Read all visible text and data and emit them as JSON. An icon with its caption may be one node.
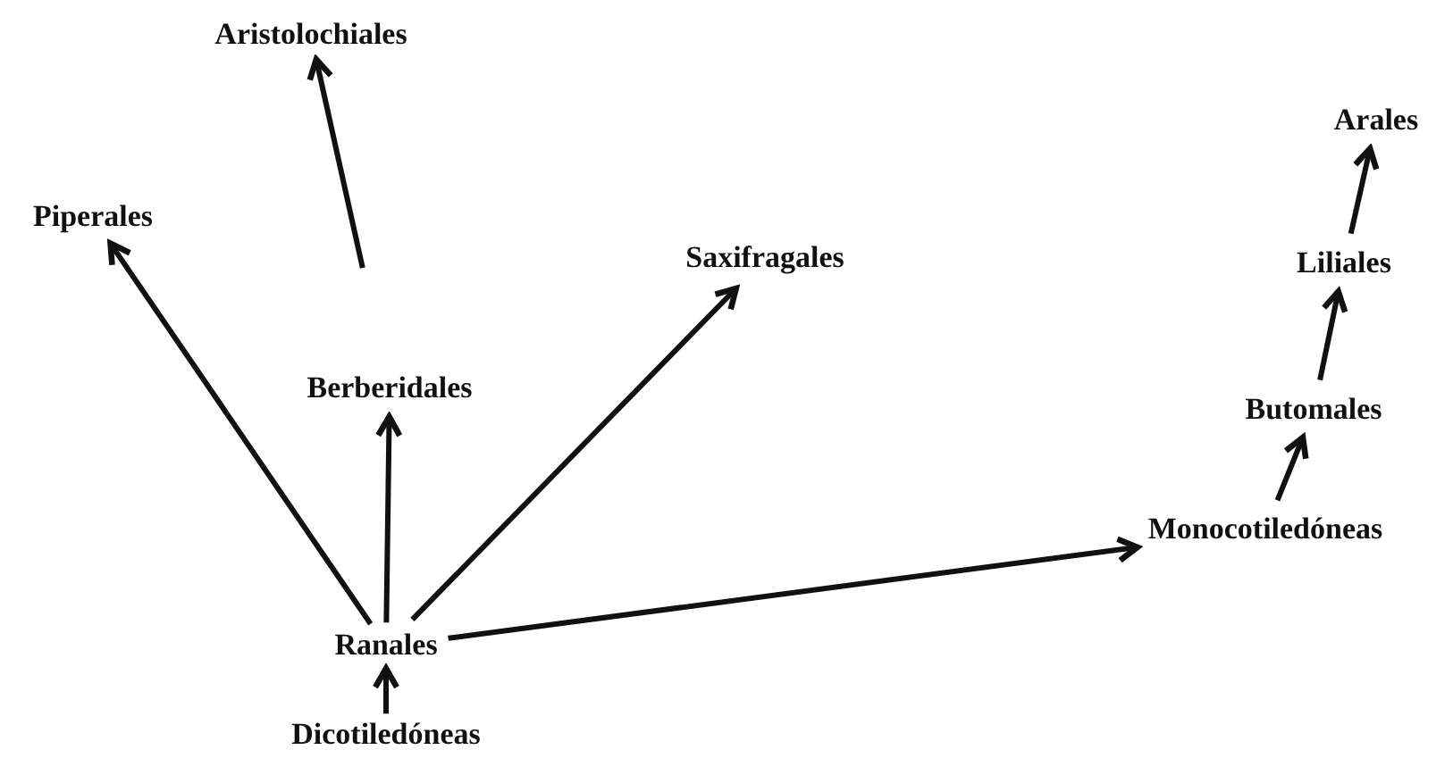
{
  "diagram": {
    "nodes": [
      {
        "text": [
          "Aristolochiales"
        ]
      },
      {
        "text": [
          "Piperales"
        ]
      },
      {
        "text": [
          "Saxifragales"
        ]
      },
      {
        "text": [
          "Arales"
        ]
      },
      {
        "text": [
          "Liliales"
        ]
      },
      {
        "text": [
          "Berberidales"
        ]
      },
      {
        "text": [
          "Butomales"
        ]
      },
      {
        "text": [
          "Monocotiledóneas"
        ]
      },
      {
        "text": [
          "Ranales"
        ]
      },
      {
        "text": [
          "Dicotiledóneas"
        ]
      }
    ],
    "edges": [
      {
        "from": 8,
        "to": 1,
        "arrow": "to"
      },
      {
        "from": 5,
        "to": 0,
        "arrow": "to"
      },
      {
        "from": 8,
        "to": 5,
        "arrow": "to"
      },
      {
        "from": 8,
        "to": 2,
        "arrow": "to"
      },
      {
        "from": 8,
        "to": 7,
        "arrow": "to"
      },
      {
        "from": 9,
        "to": 8,
        "arrow": "to"
      },
      {
        "from": 7,
        "to": 6,
        "arrow": "to"
      },
      {
        "from": 6,
        "to": 4,
        "arrow": "to"
      },
      {
        "from": 4,
        "to": 3,
        "arrow": "to"
      }
    ]
  }
}
